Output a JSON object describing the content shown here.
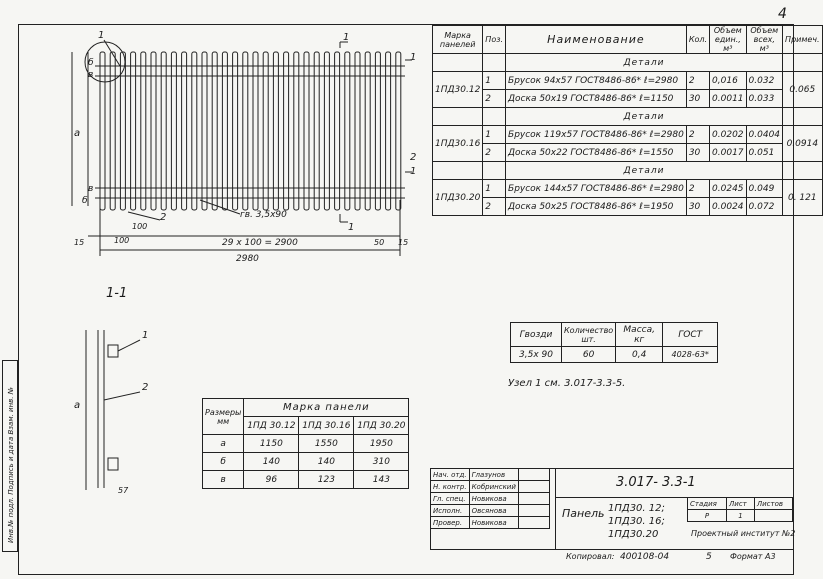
{
  "sheet_number": "4",
  "spec_table": {
    "headers": [
      "Марка панелей",
      "Поз.",
      "Наименование",
      "Кол.",
      "Объем един., м³",
      "Объем всех, м³",
      "Примеч."
    ],
    "groups": [
      {
        "section": "Детали",
        "mark": "1ПД30.12",
        "note": "0.065",
        "rows": [
          {
            "pos": "1",
            "name": "Брусок 94х57 ГОСТ8486-86* ℓ=2980",
            "qty": "2",
            "vol_unit": "0,016",
            "vol_all": "0.032"
          },
          {
            "pos": "2",
            "name": "Доска 50х19 ГОСТ8486-86* ℓ=1150",
            "qty": "30",
            "vol_unit": "0.0011",
            "vol_all": "0.033"
          }
        ]
      },
      {
        "section": "Детали",
        "mark": "1ПД30.16",
        "note": "0.0914",
        "rows": [
          {
            "pos": "1",
            "name": "Брусок 119х57 ГОСТ8486-86* ℓ=2980",
            "qty": "2",
            "vol_unit": "0.0202",
            "vol_all": "0.0404"
          },
          {
            "pos": "2",
            "name": "Доска 50х22 ГОСТ8486-86* ℓ=1550",
            "qty": "30",
            "vol_unit": "0.0017",
            "vol_all": "0.051"
          }
        ]
      },
      {
        "section": "Детали",
        "mark": "1ПД30.20",
        "note": "0. 121",
        "rows": [
          {
            "pos": "1",
            "name": "Брусок 144х57 ГОСТ8486-86* ℓ=2980",
            "qty": "2",
            "vol_unit": "0.0245",
            "vol_all": "0.049"
          },
          {
            "pos": "2",
            "name": "Доска 50х25 ГОСТ8486-86* ℓ=1950",
            "qty": "30",
            "vol_unit": "0.0024",
            "vol_all": "0.072"
          }
        ]
      }
    ]
  },
  "nails_table": {
    "headers": [
      "Гвозди",
      "Количество шт.",
      "Масса, кг",
      "ГОСТ"
    ],
    "row": [
      "3,5х 90",
      "60",
      "0,4",
      "4028-63*"
    ]
  },
  "node_note": "Узел 1 см. 3.017-3.3-5.",
  "sizes_table": {
    "corner": "Размеры мм",
    "title": "Марка панели",
    "columns": [
      "1ПД 30.12",
      "1ПД 30.16",
      "1ПД 30.20"
    ],
    "rows": [
      {
        "label": "а",
        "values": [
          "1150",
          "1550",
          "1950"
        ]
      },
      {
        "label": "б",
        "values": [
          "140",
          "140",
          "310"
        ]
      },
      {
        "label": "в",
        "values": [
          "96",
          "123",
          "143"
        ]
      }
    ]
  },
  "drawing": {
    "section_label": "1-1",
    "cut_mark": "1",
    "dim_total": "2980",
    "dim_spacing": "29 х 100 = 2900",
    "dim_15_left": "15",
    "dim_100": "100",
    "dim_100b": "100",
    "dim_50": "50",
    "dim_15_right": "15",
    "nail_label": "гв. 3,5х90",
    "label_1": "1",
    "label_2": "2",
    "dim_a": "а",
    "dim_b": "б",
    "dim_v": "в",
    "dim_57": "57"
  },
  "title_block": {
    "code": "3.017- 3.3-1",
    "staff": [
      {
        "role": "Нач. отд.",
        "name": "Глазунов"
      },
      {
        "role": "Н. контр.",
        "name": "Кобринский"
      },
      {
        "role": "Гл. спец.",
        "name": "Новикова"
      },
      {
        "role": "Исполн.",
        "name": "Овсянова"
      },
      {
        "role": "Провер.",
        "name": "Новикова"
      }
    ],
    "doc_title": "Панель",
    "marks": [
      "1ПД30. 12;",
      "1ПД30. 16;",
      "1ПД30.20"
    ],
    "stage_header": "Стадия",
    "sheet_header": "Лист",
    "sheets_header": "Листов",
    "stage": "Р",
    "sheet": "1",
    "org": "Проектный институт №2"
  },
  "footer": {
    "copied": "Копировал:",
    "number": "400108-04",
    "page": "5",
    "format": "Формат А3"
  },
  "side_stamp": "Инв.№ подл.   Подпись и дата   Взам. инв. №"
}
